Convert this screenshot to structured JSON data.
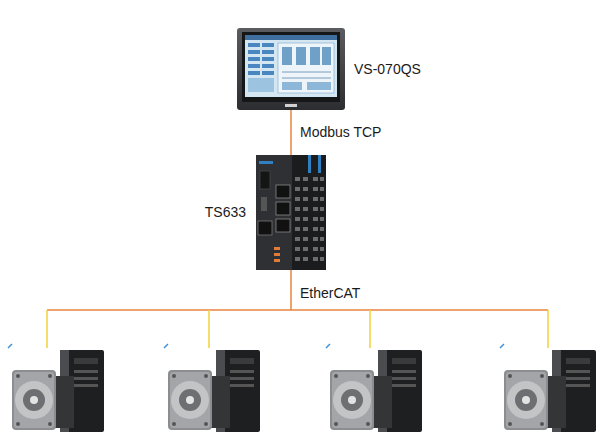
{
  "diagram": {
    "nodes": [
      {
        "text": [
          "VS-070QS"
        ]
      },
      {
        "text": [
          "TS633"
        ]
      }
    ],
    "edges": [
      {
        "from": 0,
        "to": 1,
        "arrow": "none",
        "label": "Modbus TCP"
      }
    ],
    "labels": [
      "EtherCAT"
    ]
  }
}
